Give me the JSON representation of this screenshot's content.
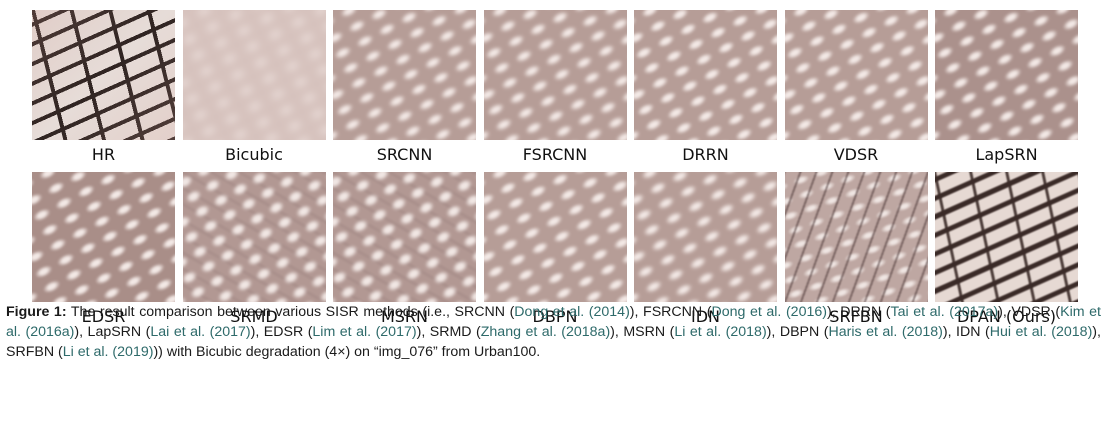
{
  "figure": {
    "row1_labels": [
      "HR",
      "Bicubic",
      "SRCNN",
      "FSRCNN",
      "DRRN",
      "VDSR",
      "LapSRN"
    ],
    "row2_labels": [
      "EDSR",
      "SRMD",
      "MSRN",
      "DBPN",
      "IDN",
      "SRFBN",
      "DPAN (Ours)"
    ]
  },
  "caption": {
    "prefix": "Figure 1:",
    "t1": " The result comparison between various SISR methods (i.e., SRCNN (",
    "c1": "Dong et al. (2014)",
    "t2": "), FSRCNN (",
    "c2": "Dong et al. (2016)",
    "t3": "), DRRN (",
    "c3": "Tai et al. (2017a)",
    "t4": "), VDSR (",
    "c4": "Kim et al. (2016a)",
    "t5": "), LapSRN (",
    "c5": "Lai et al. (2017)",
    "t6": "), EDSR (",
    "c6": "Lim et al. (2017)",
    "t7": "), SRMD (",
    "c7": "Zhang et al. (2018a)",
    "t8": "), MSRN (",
    "c8": "Li et al. (2018)",
    "t9": "), DBPN (",
    "c9": "Haris et al. (2018)",
    "t10": "), IDN (",
    "c10": "Hui et al. (2018)",
    "t11": "), SRFBN (",
    "c11": "Li et al. (2019)",
    "t12": ")) with Bicubic degradation (4×) on “img_076” from Urban100."
  }
}
